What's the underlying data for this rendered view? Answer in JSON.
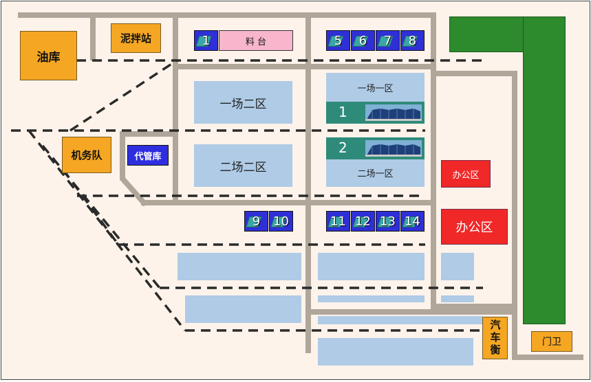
{
  "colors": {
    "background": "#fdf3ea",
    "road": "#b0a69a",
    "path": "#2a2a2a",
    "zone_blue": "#afcbe6",
    "facility_orange": "#f5a623",
    "greenbelt": "#2d8a2d",
    "office_red": "#f02828",
    "depot_navy": "#2e2ee0"
  },
  "facilities": {
    "oil_depot": "油库",
    "mixing_station": "泥拌站",
    "machinery_team": "机务队",
    "custody_depot": "代管库",
    "car_scale": "汽车衡",
    "guard": "门卫",
    "office_1": "办公区",
    "office_2": "办公区"
  },
  "platform": {
    "number": "1",
    "label": "料 台"
  },
  "zones": {
    "yard1_zone2": "一场二区",
    "yard2_zone2": "二场二区",
    "yard1_zone1": "一场一区",
    "yard2_zone1": "二场一区"
  },
  "warehouses": {
    "w1": "1",
    "w2": "2"
  },
  "depots": {
    "top_right": [
      "5",
      "6",
      "7",
      "8"
    ],
    "middle_left": [
      "9",
      "10"
    ],
    "middle_right": [
      "11",
      "12",
      "13",
      "14"
    ]
  }
}
